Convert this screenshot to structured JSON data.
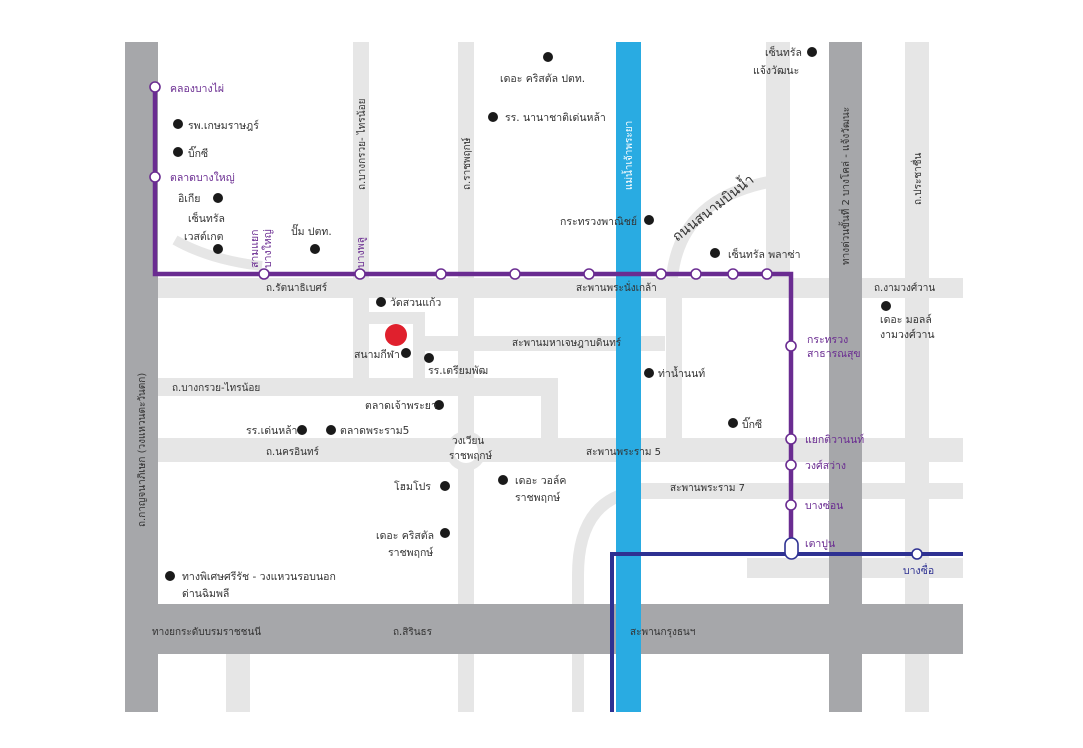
{
  "colors": {
    "road_major": "#a6a7aa",
    "road_minor": "#e6e6e6",
    "river": "#29abe2",
    "purple_line": "#6a2c91",
    "blue_line": "#2e3192",
    "poi_dot": "#1a1a1a",
    "destination": "#e0202d"
  },
  "roads": {
    "left_vertical": "ถ.กาญจนาภิเษก (วงแหวนตะวันตก)",
    "rattanathibet": "ถ.รัตนาธิเบศร์",
    "bang_kruai_sai_noi_v": "ถ.บางกรวย- ไทรน้อย",
    "bang_kruai_sai_noi_h": "ถ.บางกรวย-ไทรน้อย",
    "ratchaphruek": "ถ.ราชพฤกษ์",
    "nakhon_in": "ถ.นครอินทร์",
    "sirindhorn": "ถ.สิรินธร",
    "borommaratchachonnani": "ทางยกระดับบรมราชชนนี",
    "sanam_bin_nam": "ถนนสนามบินน้ำ",
    "expressway2": "ทางด่วนขั้นที่ 2 บางโคล่ - แจ้งวัฒนะ",
    "prachachuen": "ถ.ประชาชื่น",
    "ngamwongwan": "ถ.งามวงศ์วาน",
    "phra_nang_klao_bridge": "สะพานพระนั่งเกล้า",
    "maha_chesadabodin_bridge": "สะพานมหาเจษฎาบดินทร์",
    "rama5_bridge": "สะพานพระราม 5",
    "rama7_bridge": "สะพานพระราม 7",
    "krung_thon_bridge": "สะพานกรุงธนฯ",
    "river": "แม่น้ำเจ้าพระยา",
    "circle_line1": "วงเวียน",
    "circle_line2": "ราชพฤกษ์"
  },
  "stations": {
    "khlong_bang_phai": "คลองบางไผ่",
    "talad_bang_yai": "ตลาดบางใหญ่",
    "sam_yaek_line1": "สามแยก",
    "sam_yaek_line2": "บางใหญ่",
    "bang_phlu": "บางพลู",
    "ministry_health_line1": "กระทรวง",
    "ministry_health_line2": "สาธารณสุข",
    "yaek_tiwanon": "แยกติวานนท์",
    "wong_sawang": "วงศ์สว่าง",
    "bang_son": "บางซ่อน",
    "tao_poon": "เตาปูน",
    "bang_sue": "บางซื่อ"
  },
  "pois": {
    "kasemrad": "รพ.เกษมราษฎร์",
    "bigc_westgate": "บิ๊กซี",
    "ikea": "อิเกีย",
    "central_westgate_line1": "เซ็นทรัล",
    "central_westgate_line2": "เวสต์เกต",
    "ptt_station": "ปั๊ม ปตท.",
    "crystal_ptt": "เดอะ คริสตัล ปตท.",
    "nanachati_school": "รร. นานาชาติเด่นหล้า",
    "ministry_commerce": "กระทรวงพาณิชย์",
    "central_chaengwattana_line1": "เซ็นทรัล",
    "central_chaengwattana_line2": "แจ้งวัฒนะ",
    "central_plaza": "เซ็นทรัล พลาซ่า",
    "the_mall_line1": "เดอะ มอลล์",
    "the_mall_line2": "งามวงศ์วาน",
    "wat_suan_kaeo": "วัดสวนแก้ว",
    "sanam_kila": "สนามกีฬา",
    "triam_phat": "รร.เตรียมพัฒ",
    "tha_nam_non": "ท่าน้ำนนท์",
    "talad_chao_phraya": "ตลาดเจ้าพระยา",
    "denla_school": "รร.เด่นหล้า",
    "talad_rama5": "ตลาดพระราม5",
    "bigc_rama5": "บิ๊กซี",
    "homepro": "โฮมโปร",
    "the_walk_line1": "เดอะ วอล์ค",
    "the_walk_line2": "ราชพฤกษ์",
    "crystal_rp_line1": "เดอะ คริสตัล",
    "crystal_rp_line2": "ราชพฤกษ์",
    "kanchanaphisek_line1": "ทางพิเศษศรีรัช - วงแหวนรอบนอก",
    "kanchanaphisek_line2": "ด่านฉิมพลี"
  }
}
